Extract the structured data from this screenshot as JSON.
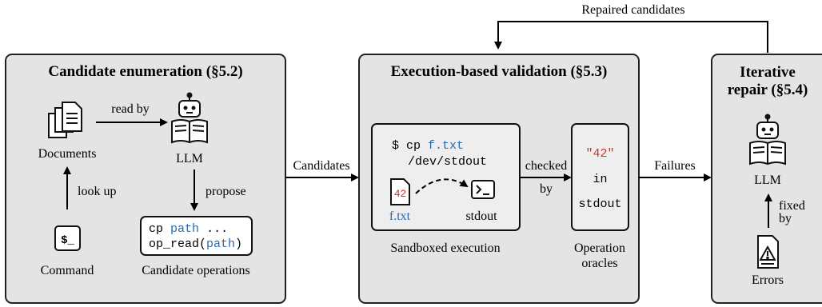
{
  "loop": {
    "repaired_label": "Repaired candidates"
  },
  "enum": {
    "title": "Candidate enumeration (§5.2)",
    "documents_label": "Documents",
    "llm_label": "LLM",
    "command_label": "Command",
    "ops_label": "Candidate operations",
    "read_by": "read by",
    "look_up": "look up",
    "propose": "propose",
    "terminal_glyph": "$_",
    "code_line1_cmd": "cp",
    "code_line1_arg": "path",
    "code_line1_rest": "...",
    "code_line2_fn": "op_read(",
    "code_line2_arg": "path",
    "code_line2_end": ")"
  },
  "flow": {
    "candidates": "Candidates",
    "checked": "checked",
    "by": "by",
    "failures": "Failures"
  },
  "valid": {
    "title": "Execution-based validation (§5.3)",
    "prompt": "$ cp",
    "file_arg": "f.txt",
    "dest": "/dev/stdout",
    "file_num": "42",
    "file_label": "f.txt",
    "stdout_label": "stdout",
    "sandbox_label": "Sandboxed execution",
    "oracle_value": "\"42\"",
    "oracle_in": "in",
    "oracle_stdout": "stdout",
    "oracle_label1": "Operation",
    "oracle_label2": "oracles"
  },
  "repair": {
    "title1": "Iterative",
    "title2": "repair (§5.4)",
    "llm_label": "LLM",
    "fixed1": "fixed",
    "fixed2": "by",
    "errors_label": "Errors"
  },
  "colors": {
    "panel": "#e4e4e4",
    "inner": "#eeeeee",
    "blue": "#2a6aad",
    "red": "#c0392b"
  }
}
